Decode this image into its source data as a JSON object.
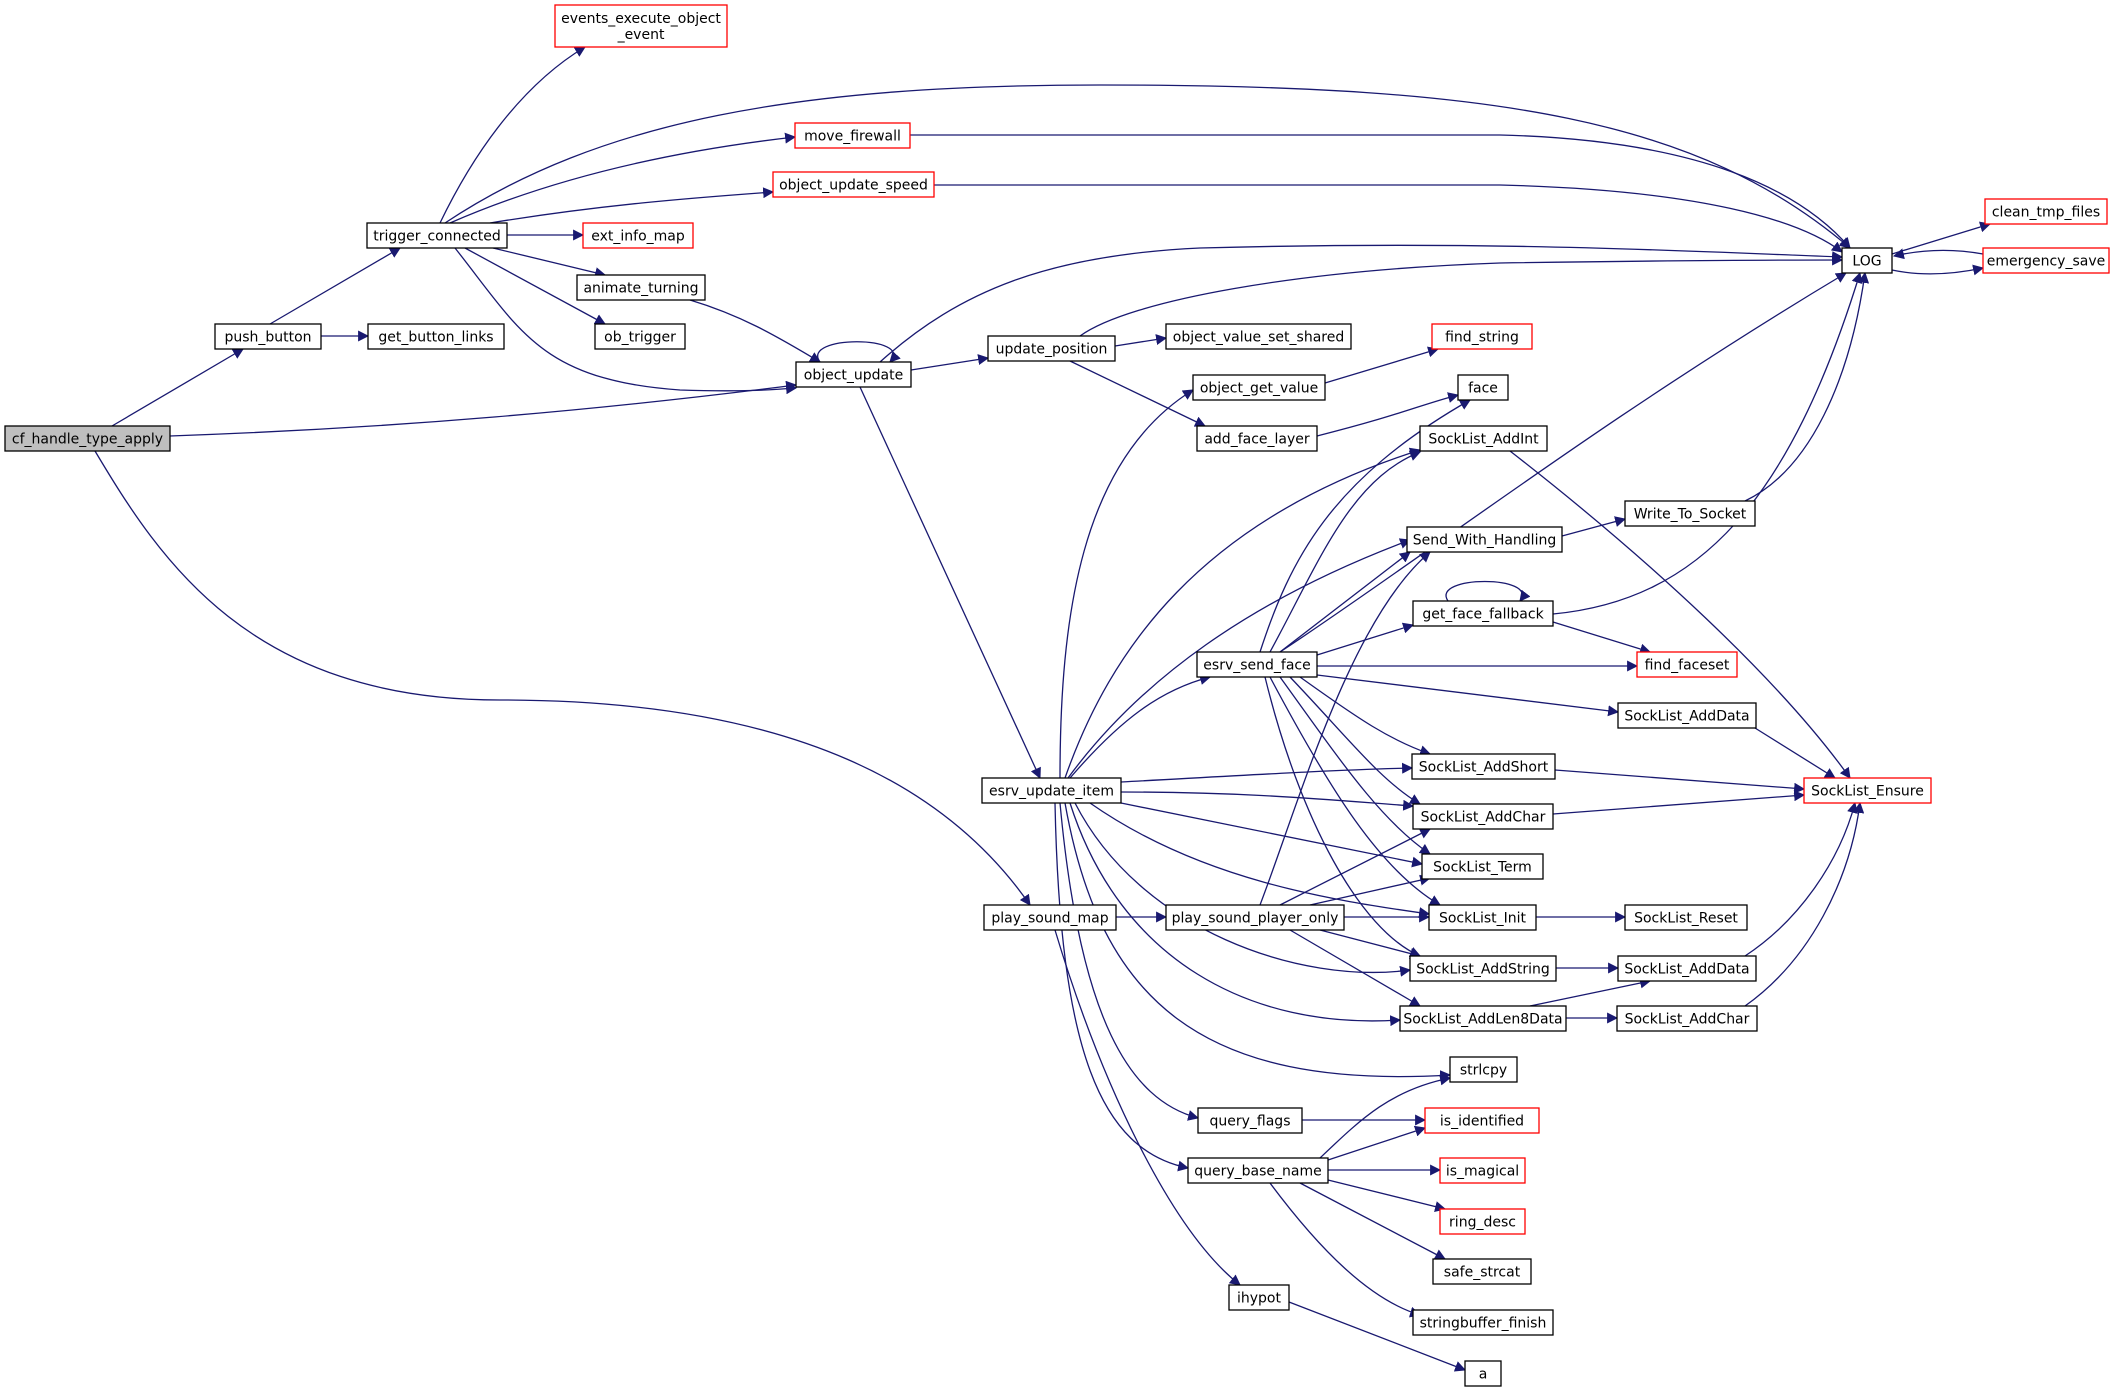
{
  "colors": {
    "edge": "#191970",
    "node_border": "#000000",
    "truncated_border": "#ff0000",
    "root_fill": "#bfbfbf",
    "node_fill": "#ffffff"
  },
  "nodes": [
    {
      "id": "cf_handle_type_apply",
      "label": "cf_handle_type_apply",
      "root": true
    },
    {
      "id": "push_button",
      "label": "push_button"
    },
    {
      "id": "get_button_links",
      "label": "get_button_links"
    },
    {
      "id": "trigger_connected",
      "label": "trigger_connected"
    },
    {
      "id": "events_execute_object_event",
      "label": "events_execute_object\n_event",
      "truncated": true
    },
    {
      "id": "move_firewall",
      "label": "move_firewall",
      "truncated": true
    },
    {
      "id": "object_update_speed",
      "label": "object_update_speed",
      "truncated": true
    },
    {
      "id": "ext_info_map",
      "label": "ext_info_map",
      "truncated": true
    },
    {
      "id": "animate_turning",
      "label": "animate_turning"
    },
    {
      "id": "ob_trigger",
      "label": "ob_trigger"
    },
    {
      "id": "object_update",
      "label": "object_update"
    },
    {
      "id": "update_position",
      "label": "update_position"
    },
    {
      "id": "object_value_set_shared",
      "label": "object_value_set_shared"
    },
    {
      "id": "find_string",
      "label": "find_string",
      "truncated": true
    },
    {
      "id": "object_get_value",
      "label": "object_get_value"
    },
    {
      "id": "add_face_layer",
      "label": "add_face_layer"
    },
    {
      "id": "face",
      "label": "face"
    },
    {
      "id": "LOG",
      "label": "LOG"
    },
    {
      "id": "clean_tmp_files",
      "label": "clean_tmp_files",
      "truncated": true
    },
    {
      "id": "emergency_save",
      "label": "emergency_save",
      "truncated": true
    },
    {
      "id": "SockList_AddInt",
      "label": "SockList_AddInt"
    },
    {
      "id": "Write_To_Socket",
      "label": "Write_To_Socket"
    },
    {
      "id": "Send_With_Handling",
      "label": "Send_With_Handling"
    },
    {
      "id": "get_face_fallback",
      "label": "get_face_fallback"
    },
    {
      "id": "esrv_send_face",
      "label": "esrv_send_face"
    },
    {
      "id": "find_faceset",
      "label": "find_faceset",
      "truncated": true
    },
    {
      "id": "SockList_AddData_1",
      "label": "SockList_AddData"
    },
    {
      "id": "SockList_AddShort",
      "label": "SockList_AddShort"
    },
    {
      "id": "SockList_Ensure",
      "label": "SockList_Ensure",
      "truncated": true
    },
    {
      "id": "esrv_update_item",
      "label": "esrv_update_item"
    },
    {
      "id": "SockList_AddChar_1",
      "label": "SockList_AddChar"
    },
    {
      "id": "SockList_Term",
      "label": "SockList_Term"
    },
    {
      "id": "play_sound_map",
      "label": "play_sound_map"
    },
    {
      "id": "play_sound_player_only",
      "label": "play_sound_player_only"
    },
    {
      "id": "SockList_Init",
      "label": "SockList_Init"
    },
    {
      "id": "SockList_Reset",
      "label": "SockList_Reset"
    },
    {
      "id": "SockList_AddString",
      "label": "SockList_AddString"
    },
    {
      "id": "SockList_AddData_2",
      "label": "SockList_AddData"
    },
    {
      "id": "SockList_AddLen8Data",
      "label": "SockList_AddLen8Data"
    },
    {
      "id": "SockList_AddChar_2",
      "label": "SockList_AddChar"
    },
    {
      "id": "strlcpy",
      "label": "strlcpy"
    },
    {
      "id": "query_flags",
      "label": "query_flags"
    },
    {
      "id": "is_identified",
      "label": "is_identified",
      "truncated": true
    },
    {
      "id": "query_base_name",
      "label": "query_base_name"
    },
    {
      "id": "is_magical",
      "label": "is_magical",
      "truncated": true
    },
    {
      "id": "ring_desc",
      "label": "ring_desc",
      "truncated": true
    },
    {
      "id": "safe_strcat",
      "label": "safe_strcat"
    },
    {
      "id": "stringbuffer_finish",
      "label": "stringbuffer_finish"
    },
    {
      "id": "ihypot",
      "label": "ihypot"
    },
    {
      "id": "a",
      "label": "a"
    }
  ]
}
